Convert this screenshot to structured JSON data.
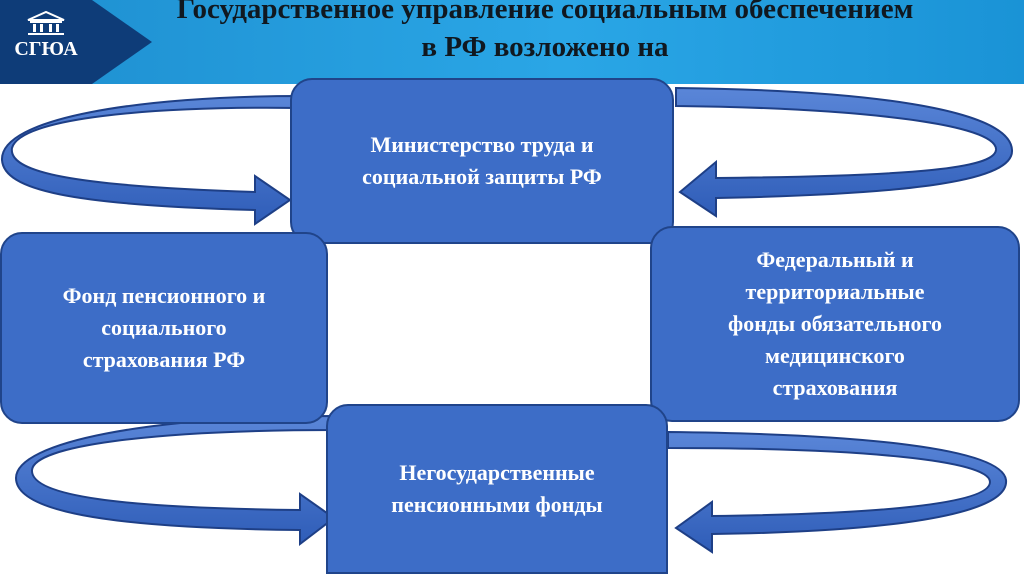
{
  "header": {
    "logo_text": "СГЮА",
    "title_line1": "Государственное управление социальным обеспечением",
    "title_line2": "в РФ возложено на"
  },
  "boxes": {
    "ministry": "Министерство труда и\nсоциальной защиты РФ",
    "pension_fund": "Фонд пенсионного и\nсоциального\nстрахования РФ",
    "medical_funds": "Федеральный и\nтерриториальные\nфонды обязательного\nмедицинского\nстрахования",
    "nonstate_funds": "Негосударственные\nпенсионными фонды"
  },
  "colors": {
    "header": "#2aa6e6",
    "logo_block": "#0e3c78",
    "box_fill": "#3d6dc7",
    "box_border": "#20448a",
    "arrow_fill": "#3f6fc8"
  },
  "icons": {
    "logo": "building-icon"
  }
}
